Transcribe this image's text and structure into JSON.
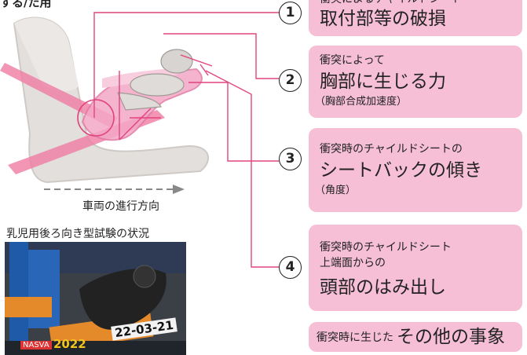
{
  "header_fragment": "する/た用",
  "items": [
    {
      "number": "1",
      "line1": "衝突によるチャイルドシート",
      "line2": "取付部等の破損"
    },
    {
      "number": "2",
      "line1": "衝突によって",
      "line2": "胸部に生じる力",
      "line3": "（胸部合成加速度）"
    },
    {
      "number": "3",
      "line1": "衝突時のチャイルドシートの",
      "line2": "シートバックの傾き",
      "line3": "（角度）"
    },
    {
      "number": "4",
      "line1": "衝突時のチャイルドシート",
      "line1b": "上端面からの",
      "line2": "頭部のはみ出し"
    }
  ],
  "other": {
    "prefix": "衝突時に生じた",
    "main": "その他の事象"
  },
  "direction_label": "車両の進行方向",
  "photo_caption": "乳児用後ろ向き型試験の状況",
  "photo_stamp": {
    "brand": "NASVA",
    "year": "2022",
    "date": "22-03-21"
  }
}
